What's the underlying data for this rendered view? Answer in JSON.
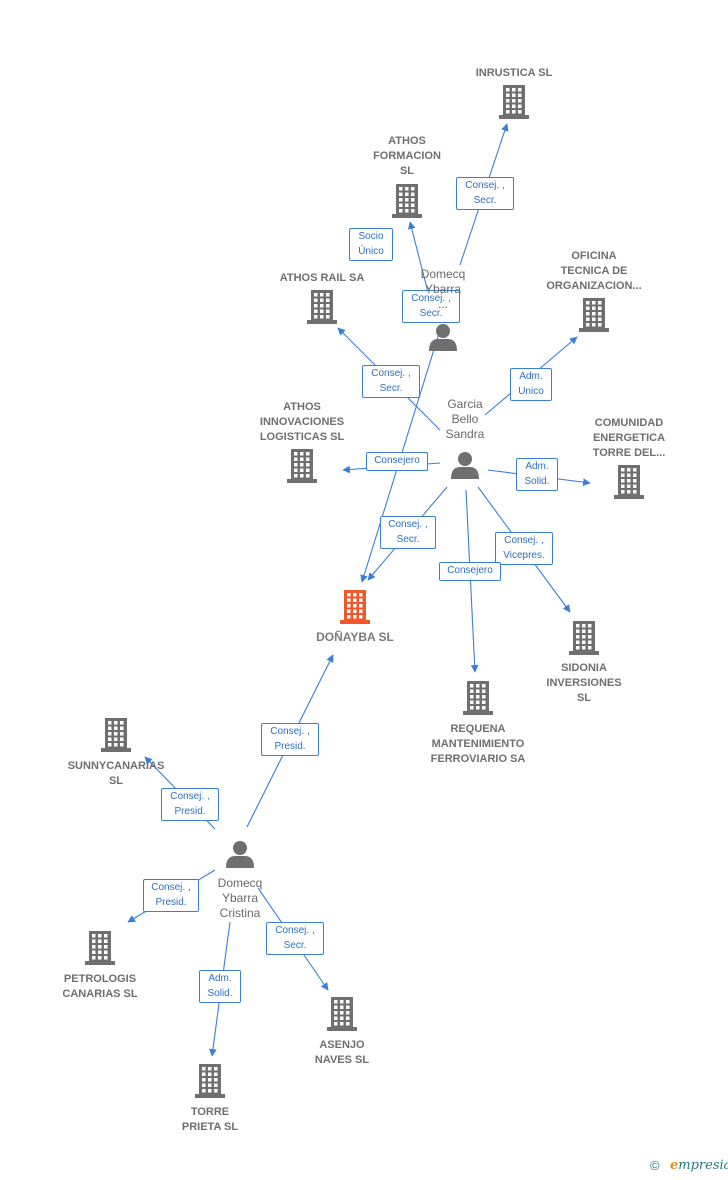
{
  "nodes": {
    "inrustica": {
      "label": "INRUSTICA SL",
      "type": "company"
    },
    "athos_formacion": {
      "label": "ATHOS\nFORMACION\nSL",
      "type": "company"
    },
    "athos_rail": {
      "label": "ATHOS RAIL SA",
      "type": "company"
    },
    "oficina_tecnica": {
      "label": "OFICINA\nTECNICA DE\nORGANIZACION...",
      "type": "company"
    },
    "athos_innovaciones": {
      "label": "ATHOS\nINNOVACIONES\nLOGISTICAS SL",
      "type": "company"
    },
    "comunidad_energetica": {
      "label": "COMUNIDAD\nENERGETICA\nTORRE DEL...",
      "type": "company"
    },
    "donayba": {
      "label": "DOÑAYBA  SL",
      "type": "company-focus"
    },
    "sidonia": {
      "label": "SIDONIA\nINVERSIONES\nSL",
      "type": "company"
    },
    "requena": {
      "label": "REQUENA\nMANTENIMIENTO\nFERROVIARIO SA",
      "type": "company"
    },
    "sunnycanarias": {
      "label": "SUNNYCANARIAS\nSL",
      "type": "company"
    },
    "petrologis": {
      "label": "PETROLOGIS\nCANARIAS SL",
      "type": "company"
    },
    "asenjo": {
      "label": "ASENJO\nNAVES  SL",
      "type": "company"
    },
    "torre_prieta": {
      "label": "TORRE\nPRIETA SL",
      "type": "company"
    },
    "domecq_top": {
      "label": "Domecq\nYbarra\n...",
      "type": "person"
    },
    "garcia": {
      "label": "Garcia\nBello\nSandra",
      "type": "person"
    },
    "domecq_cristina": {
      "label": "Domecq\nYbarra\nCristina",
      "type": "person"
    }
  },
  "edges": [
    {
      "from": "domecq_top",
      "to": "inrustica",
      "label": "Consej. ,\nSecr."
    },
    {
      "from": "domecq_top",
      "to": "athos_formacion",
      "label": "Socio\nÚnico"
    },
    {
      "from": "domecq_top",
      "to": "donayba",
      "label": "Consej. ,\nSecr."
    },
    {
      "from": "garcia",
      "to": "athos_rail",
      "label": "Consej. ,\nSecr."
    },
    {
      "from": "garcia",
      "to": "oficina_tecnica",
      "label": "Adm.\nUnico"
    },
    {
      "from": "garcia",
      "to": "athos_innovaciones",
      "label": "Consejero"
    },
    {
      "from": "garcia",
      "to": "comunidad_energetica",
      "label": "Adm.\nSolid."
    },
    {
      "from": "garcia",
      "to": "donayba",
      "label": "Consej. ,\nSecr."
    },
    {
      "from": "garcia",
      "to": "sidonia",
      "label": "Consej. ,\nVicepres."
    },
    {
      "from": "garcia",
      "to": "requena",
      "label": "Consejero"
    },
    {
      "from": "domecq_cristina",
      "to": "donayba",
      "label": "Consej. ,\nPresid."
    },
    {
      "from": "domecq_cristina",
      "to": "sunnycanarias",
      "label": "Consej. ,\nPresid."
    },
    {
      "from": "domecq_cristina",
      "to": "petrologis",
      "label": "Consej. ,\nPresid."
    },
    {
      "from": "domecq_cristina",
      "to": "asenjo",
      "label": "Consej. ,\nSecr."
    },
    {
      "from": "domecq_cristina",
      "to": "torre_prieta",
      "label": "Adm.\nSolid."
    }
  ],
  "colors": {
    "edge": "#3a7fd5",
    "node": "#6f6f6f",
    "focus": "#f0582b"
  },
  "footer": {
    "copyright": "©",
    "brand_first": "e",
    "brand_rest": "mpresia"
  }
}
